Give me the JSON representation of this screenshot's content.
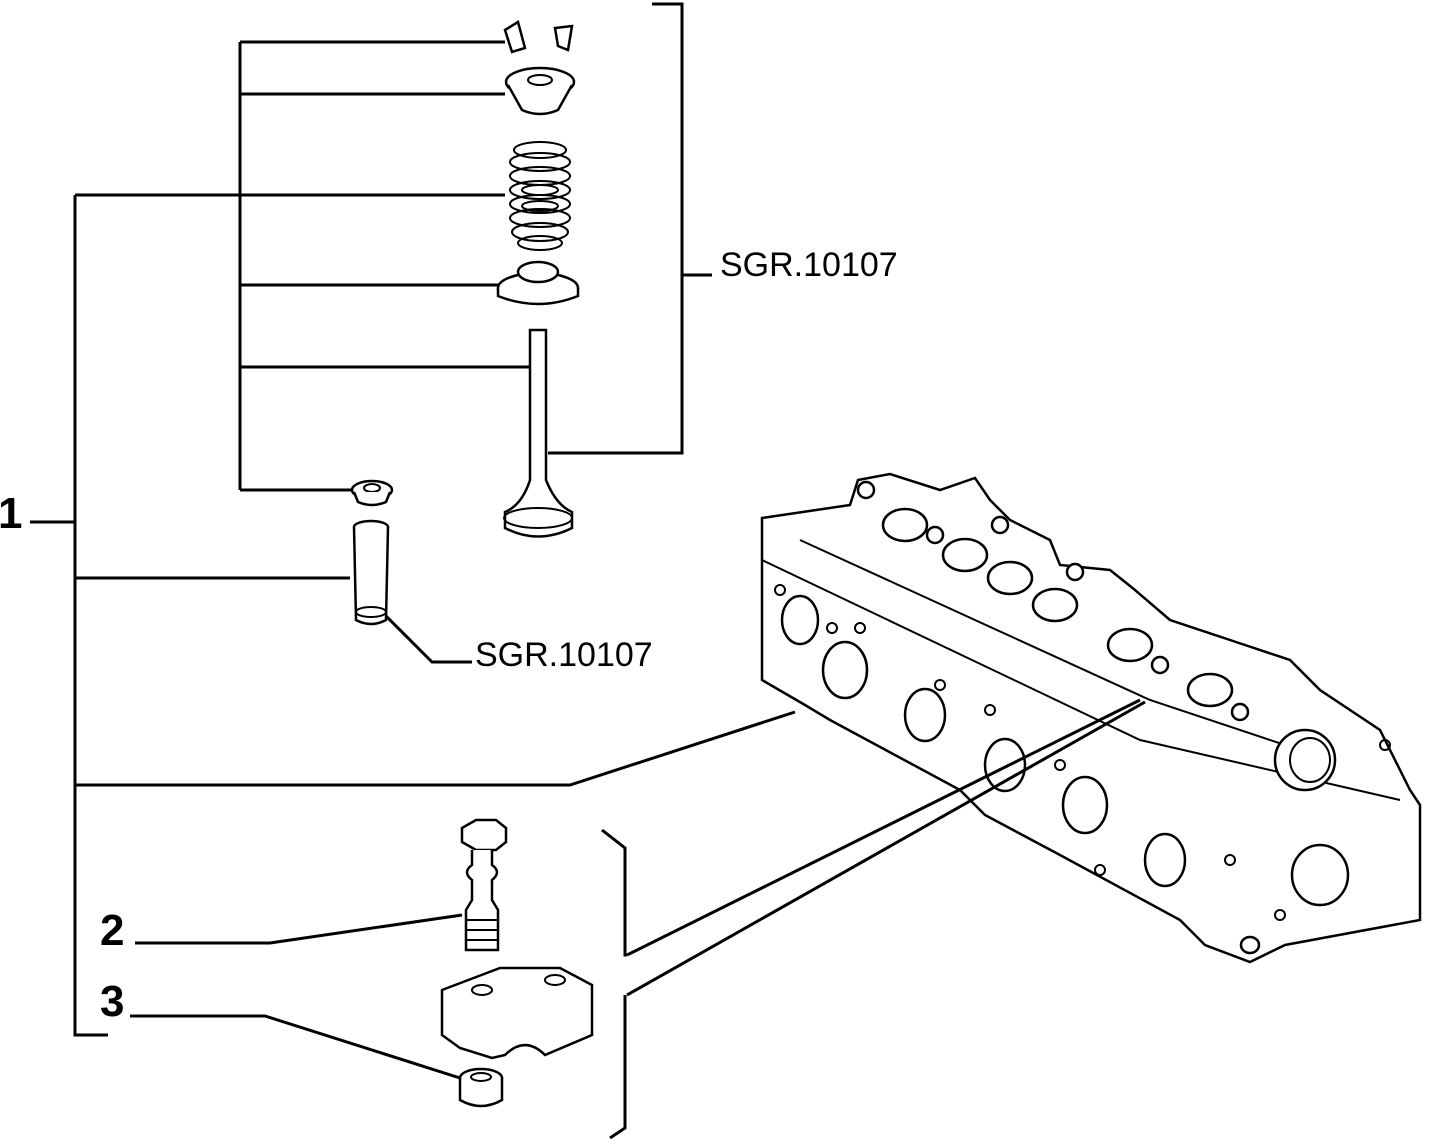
{
  "diagram": {
    "callouts": [
      {
        "id": "1",
        "label": "1"
      },
      {
        "id": "2",
        "label": "2"
      },
      {
        "id": "3",
        "label": "3"
      }
    ],
    "references": [
      {
        "id": "valve-assembly-ref",
        "label": "SGR.10107"
      },
      {
        "id": "valve-guide-ref",
        "label": "SGR.10107"
      }
    ]
  }
}
